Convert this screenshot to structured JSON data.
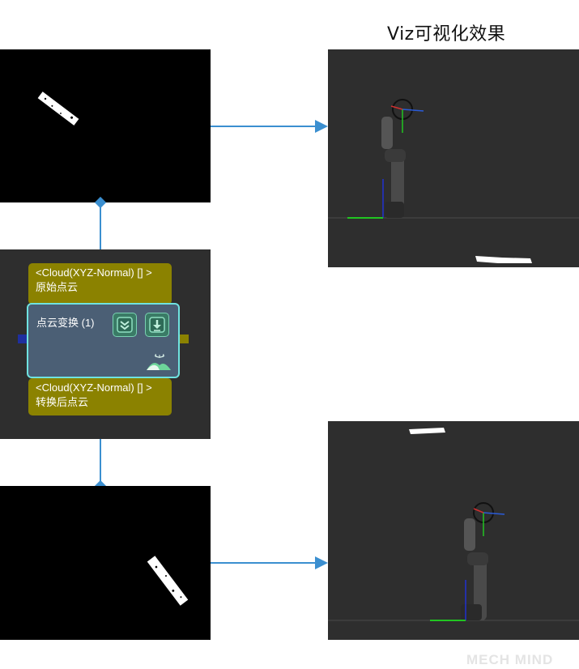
{
  "viz_title": "Viz可视化效果",
  "step": {
    "name": "点云变换 (1)",
    "input_type": "<Cloud(XYZ-Normal) [] >",
    "input_name": "原始点云",
    "output_type": "<Cloud(XYZ-Normal) [] >",
    "output_name": "转换后点云"
  },
  "icons": {
    "collapse": "chevrons-down-icon",
    "download": "download-icon",
    "visualize": "eye-mountain-icon"
  },
  "watermark": "MECH MIND",
  "colors": {
    "connector": "#3b8fd0",
    "port_label": "#8b8200",
    "card_border": "#6fe3e0",
    "card_bg": "#4b5f75",
    "input_port": "#1f2f9e",
    "output_port": "#8b8200"
  }
}
